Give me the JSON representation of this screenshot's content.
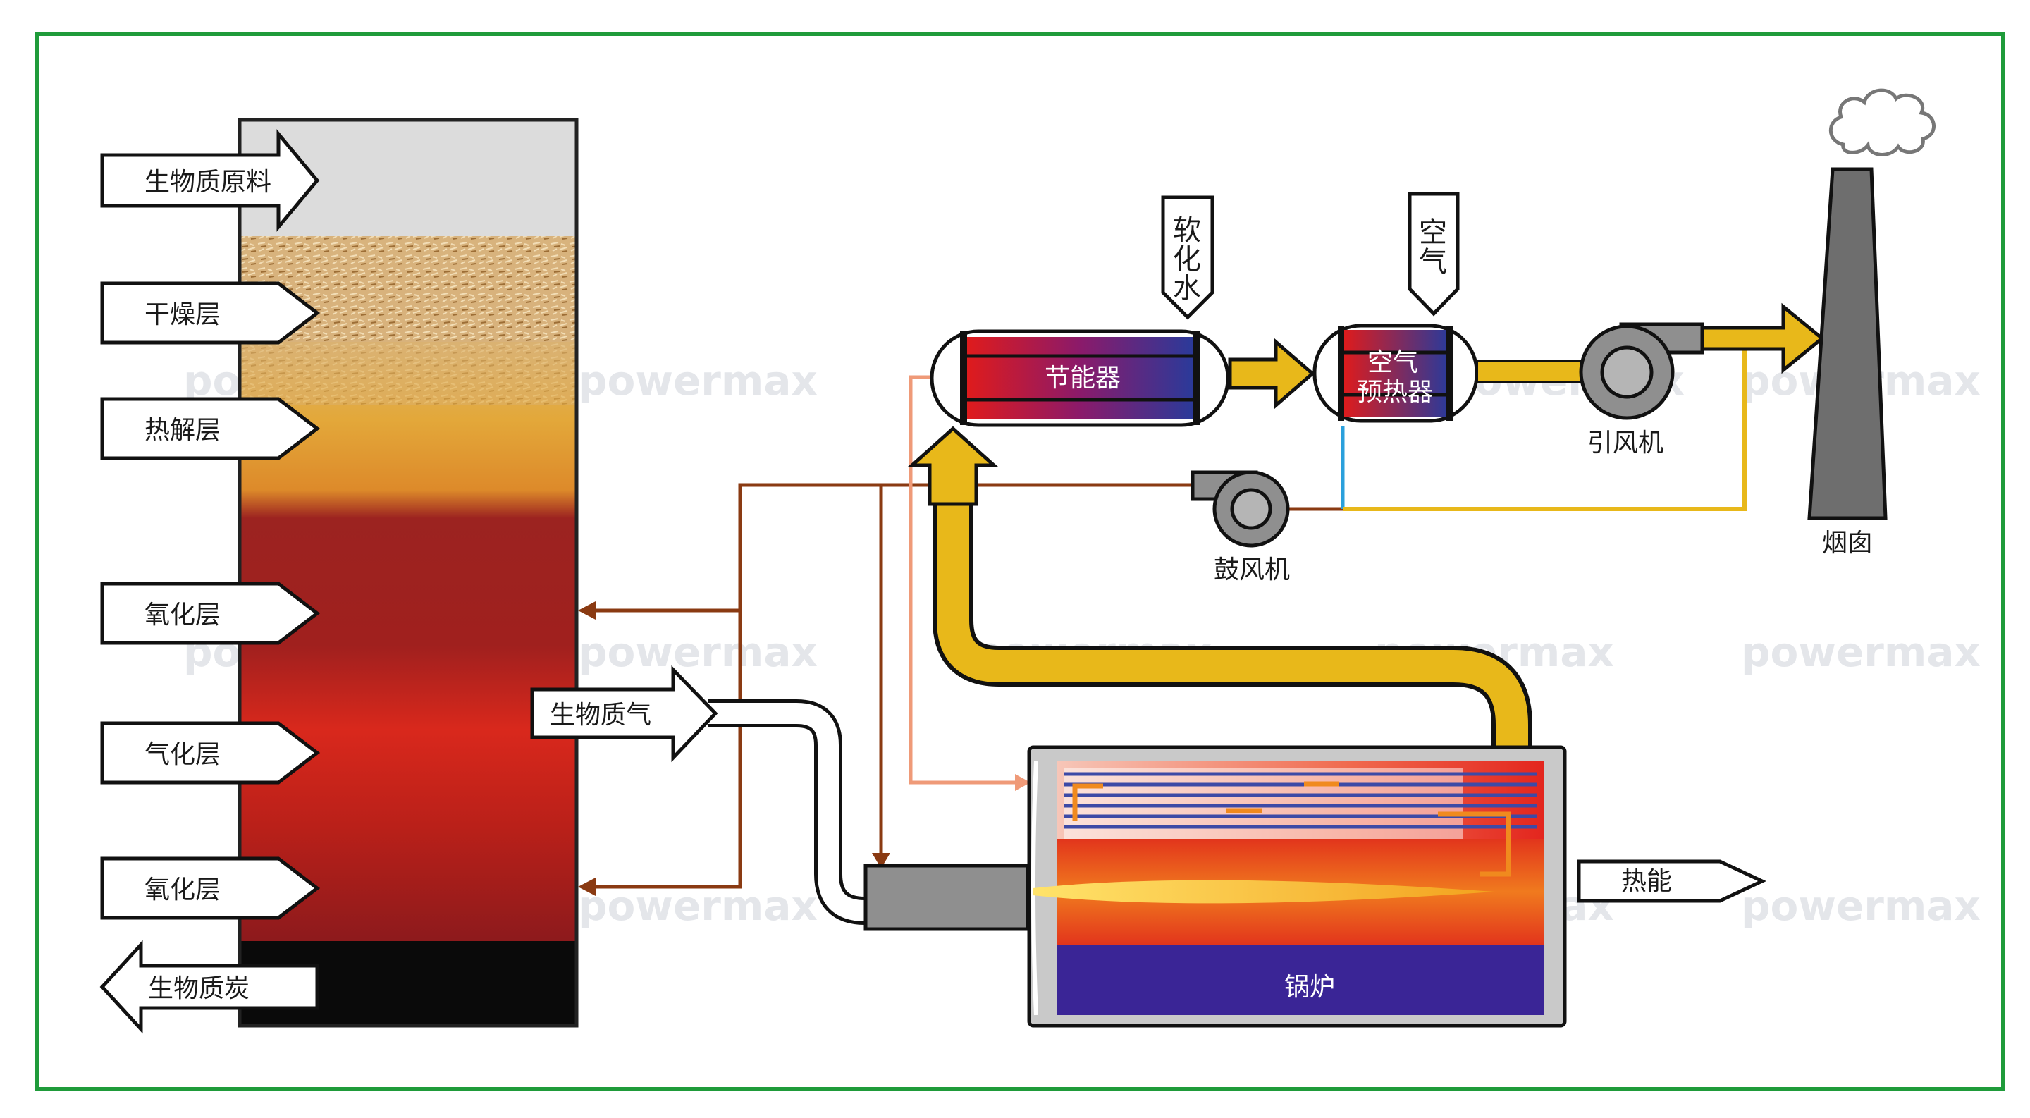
{
  "colors": {
    "frame": "#1f9b3a",
    "yellow_duct": "#e8b81a",
    "brown_line": "#8a3a12",
    "salmon_line": "#ef9a78",
    "blue_line": "#2aa0dc",
    "boiler_water": "#3a2596",
    "chimney": "#6e6e6e"
  },
  "gasifier_layers": {
    "biomass_feed": "生物质原料",
    "drying": "干燥层",
    "pyrolysis": "热解层",
    "oxidation_upper": "氧化层",
    "gasification": "气化层",
    "oxidation_lower": "氧化层",
    "biochar": "生物质炭"
  },
  "flow": {
    "biomass_gas": "生物质气",
    "economizer": "节能器",
    "softened_water": [
      "软",
      "化",
      "水"
    ],
    "air": [
      "空",
      "气"
    ],
    "air_preheater_line1": "空气",
    "air_preheater_line2": "预热器",
    "induced_fan": "引风机",
    "blower": "鼓风机",
    "chimney": "烟囱",
    "boiler": "锅炉",
    "heat_energy": "热能"
  },
  "watermark": "powermax"
}
